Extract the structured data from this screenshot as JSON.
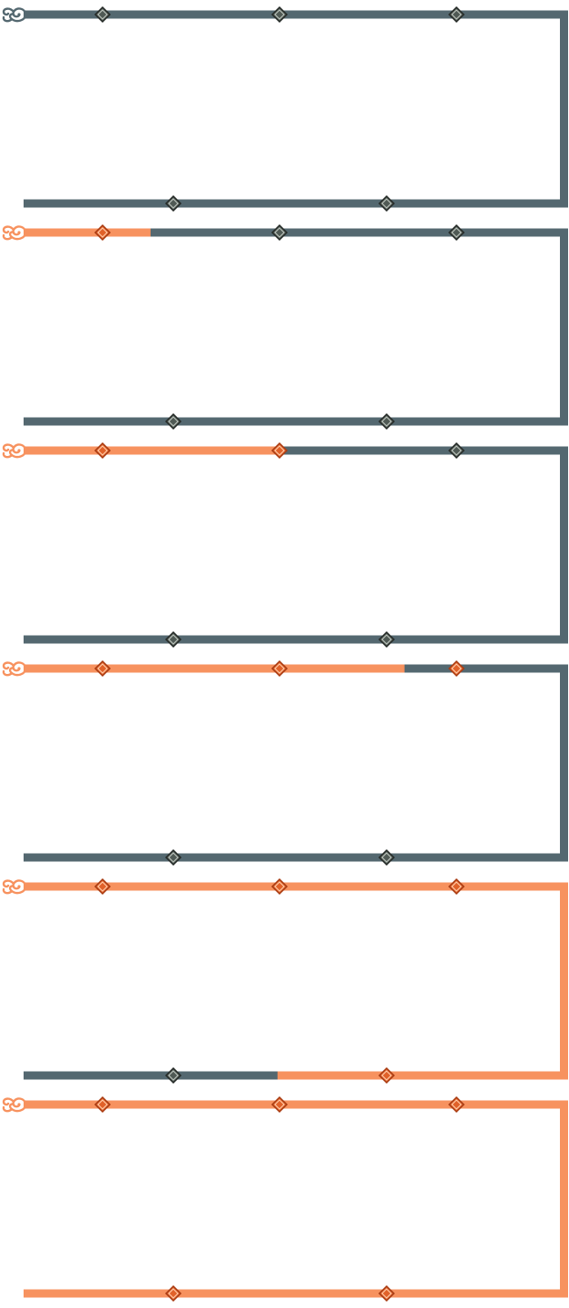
{
  "colors": {
    "inactive_track": "#546870",
    "active_track": "#f7925f",
    "inactive_node_fill": "#505a55",
    "inactive_node_stroke": "#262b28",
    "inactive_node_inner": "#b9c0b9",
    "active_node_fill": "#e1622a",
    "active_node_stroke": "#a83c13",
    "active_node_inner": "#ffc9a6",
    "background": "#ffffff"
  },
  "icons": {
    "start": "cloud-swirl-icon",
    "node": "diamond-node-icon"
  },
  "progress_tracks": [
    {
      "nodes_total": 5,
      "nodes_completed": 0,
      "progress": 0.0
    },
    {
      "nodes_total": 5,
      "nodes_completed": 1,
      "progress": 0.1
    },
    {
      "nodes_total": 5,
      "nodes_completed": 2,
      "progress": 0.2
    },
    {
      "nodes_total": 5,
      "nodes_completed": 3,
      "progress": 0.3
    },
    {
      "nodes_total": 5,
      "nodes_completed": 4,
      "progress": 0.8
    },
    {
      "nodes_total": 5,
      "nodes_completed": 5,
      "progress": 1.0
    }
  ]
}
